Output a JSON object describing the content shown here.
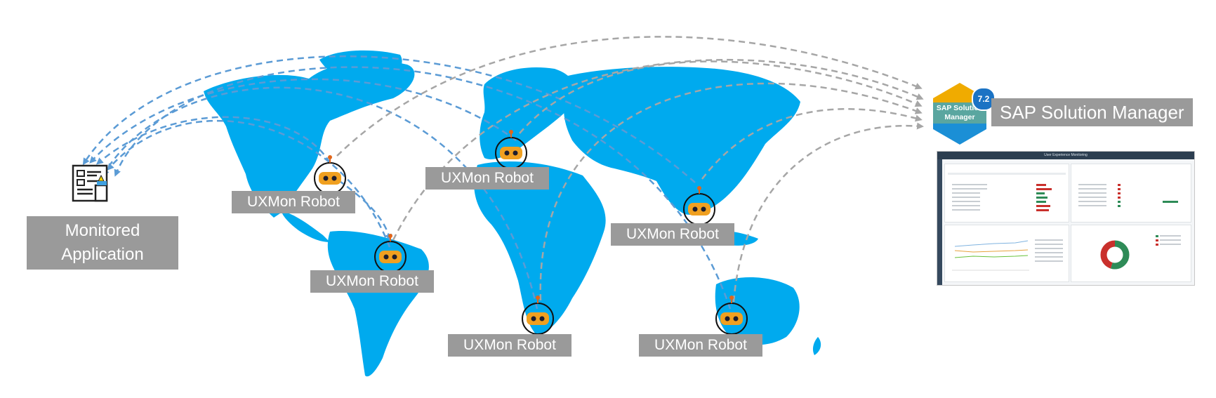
{
  "monitored_application": {
    "label": "Monitored\nApplication",
    "line1": "Monitored",
    "line2": "Application"
  },
  "solution_manager": {
    "title": "SAP Solution Manager",
    "logo_line1": "SAP Solution",
    "logo_line2": "Manager",
    "version": "7.2",
    "colors": {
      "top": "#f0ab00",
      "middle": "#5aa6a0",
      "bottom": "#1b8fd6"
    }
  },
  "dashboard": {
    "title": "User Experience Monitoring"
  },
  "robots": [
    {
      "label": "UXMon Robot"
    },
    {
      "label": "UXMon Robot"
    },
    {
      "label": "UXMon Robot"
    },
    {
      "label": "UXMon Robot"
    },
    {
      "label": "UXMon Robot"
    },
    {
      "label": "UXMon Robot"
    }
  ],
  "colors": {
    "arrow_blue": "#5b9bd5",
    "arrow_gray": "#a6a6a6",
    "map_north": "#ffc000",
    "map_mid": "#c9c256",
    "map_tropic": "#7fbf9a",
    "map_south": "#00aaee",
    "robot_body": "#f0a020",
    "label_bg": "#9a9a9a"
  }
}
